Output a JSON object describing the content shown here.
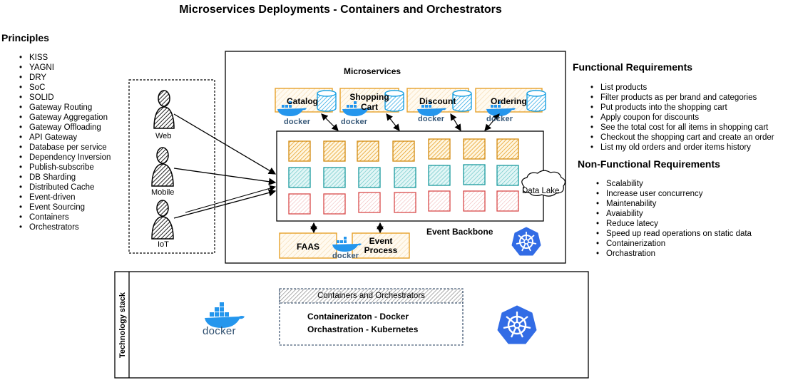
{
  "title": "Microservices Deployments - Containers and Orchestrators",
  "principles": {
    "heading": "Principles",
    "items": [
      "KISS",
      "YAGNI",
      "DRY",
      "SoC",
      "SOLID",
      "Gateway Routing",
      "Gateway Aggregation",
      "Gateway Offloading",
      "API Gateway",
      "Database per service",
      "Dependency Inversion",
      "Publish-subscribe",
      "DB Sharding",
      "Distributed Cache",
      "Event-driven",
      "Event Sourcing",
      "Containers",
      "Orchestrators"
    ]
  },
  "clients": {
    "web": "Web",
    "mobile": "Mobile",
    "iot": "IoT"
  },
  "microservices": {
    "heading": "Microservices",
    "services": [
      "Catalog",
      "Shopping Cart",
      "Discount",
      "Ordering"
    ],
    "docker_text": "docker",
    "event_backbone": "Event Backbone",
    "data_lake": "Data Lake",
    "faas": "FAAS",
    "event_process": "Event Process"
  },
  "functional": {
    "heading": "Functional Requirements",
    "items": [
      "List products",
      "Filter products as per brand and categories",
      "Put products into the shopping cart",
      "Apply coupon for discounts",
      "See the total cost for all items in shopping cart",
      "Checkout the shopping cart and create an order",
      "List my old orders and order items history"
    ]
  },
  "non_functional": {
    "heading": "Non-Functional Requirements",
    "items": [
      "Scalability",
      "Increase user concurrency",
      "Maintenability",
      "Avaiability",
      "Reduce latecy",
      "Speed up read operations on static data",
      "Containerization",
      "Orchastration"
    ]
  },
  "tech_stack": {
    "label": "Technology stack",
    "box_title": "Containers and Orchestrators",
    "line1": "Containerizaton - Docker",
    "line2": "Orchastration - Kubernetes",
    "docker_text": "docker"
  },
  "colors": {
    "orange": "#f0a30a",
    "teal": "#1ba1a6",
    "red": "#e05555",
    "blue": "#1ba1e2",
    "k8s": "#326ce5",
    "docker": "#2496ed"
  }
}
